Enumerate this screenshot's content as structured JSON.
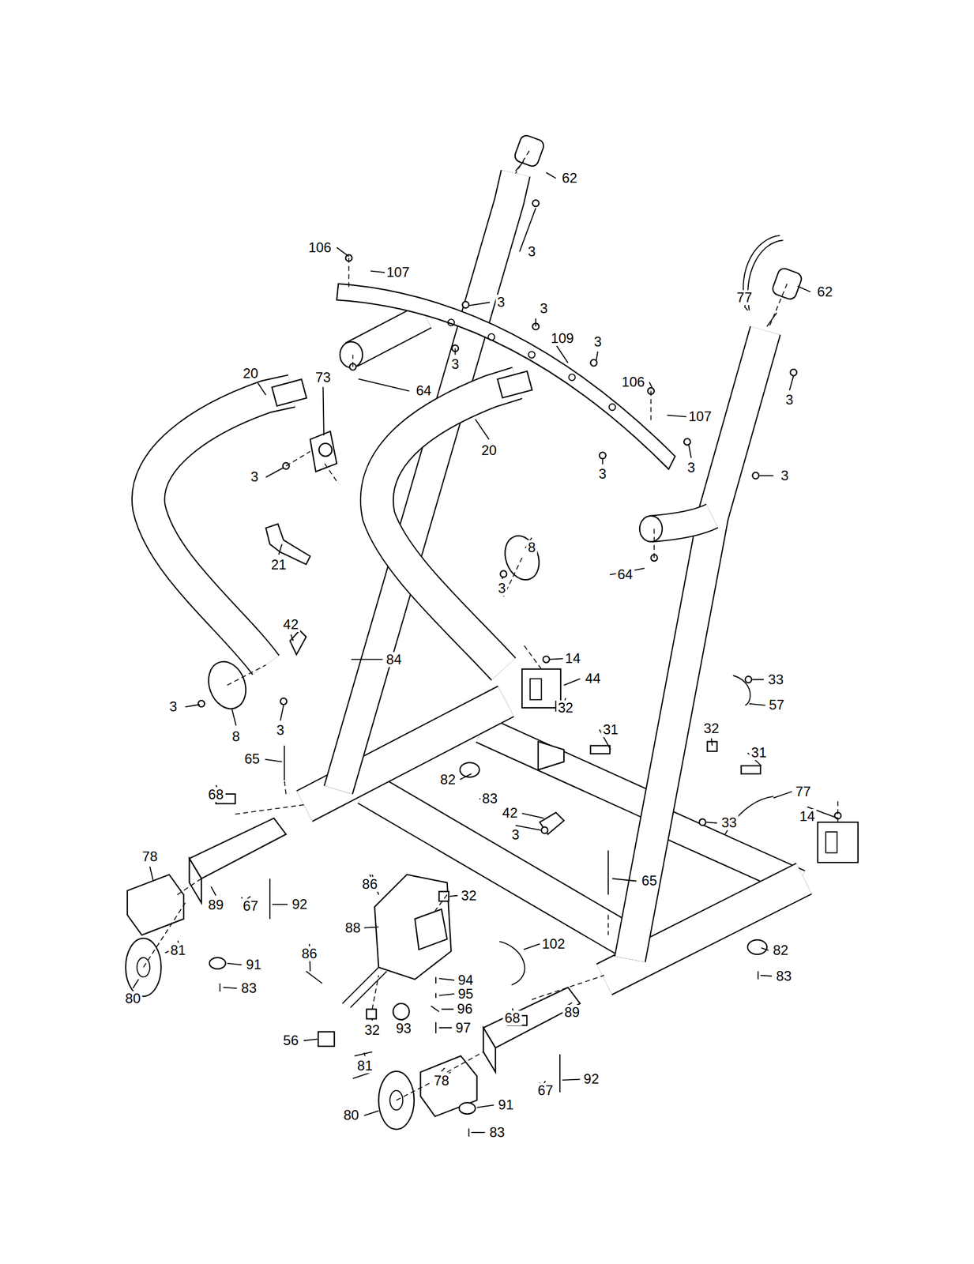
{
  "diagram": {
    "labels": [
      "62",
      "3",
      "106",
      "107",
      "3",
      "3",
      "109",
      "3",
      "62",
      "77",
      "3",
      "20",
      "73",
      "106",
      "64",
      "3",
      "107",
      "20",
      "3",
      "3",
      "3",
      "3",
      "8",
      "21",
      "64",
      "3",
      "42",
      "14",
      "84",
      "44",
      "33",
      "57",
      "3",
      "32",
      "32",
      "31",
      "3",
      "8",
      "31",
      "65",
      "82",
      "77",
      "68",
      "83",
      "42",
      "14",
      "33",
      "3",
      "78",
      "65",
      "86",
      "32",
      "92",
      "89",
      "67",
      "88",
      "102",
      "81",
      "82",
      "86",
      "91",
      "83",
      "94",
      "83",
      "95",
      "80",
      "96",
      "89",
      "68",
      "97",
      "93",
      "32",
      "56",
      "81",
      "92",
      "78",
      "67",
      "91",
      "80",
      "83"
    ]
  }
}
